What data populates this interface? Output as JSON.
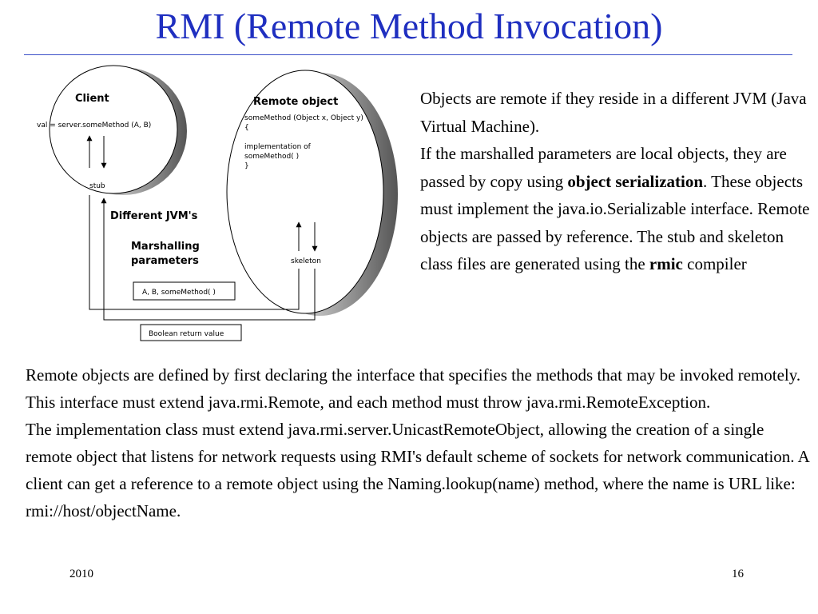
{
  "slide": {
    "title": "RMI (Remote Method Invocation)",
    "footer_year": "2010",
    "page_number": "16"
  },
  "diagram": {
    "client_label": "Client",
    "client_code": "val = server.someMethod (A, B)",
    "stub_label": "stub",
    "remote_object_label": "Remote object",
    "remote_code_1": "someMethod (Object x, Object y)",
    "remote_code_2": "{",
    "remote_code_3": "implementation of",
    "remote_code_4": "someMethod( )",
    "remote_code_5": "}",
    "skeleton_label": "skeleton",
    "different_jvms_label": "Different JVM's",
    "marshalling_line_1": "Marshalling",
    "marshalling_line_2": "parameters",
    "params_box": "A, B, someMethod( )",
    "return_box": "Boolean return value"
  },
  "right_text": {
    "p1": "Objects are remote if they reside in a different JVM (Java Virtual Machine).",
    "p2_before": "If the marshalled parameters are local objects, they are passed by copy using ",
    "p2_bold": "object serialization",
    "p2_after": ". These objects must implement the java.io.Serializable interface. Remote objects are passed by reference. The stub and skeleton class files are generated using the ",
    "p2_bold2": "rmic",
    "p2_end": " compiler"
  },
  "bottom_text": {
    "p1": "Remote objects are defined by first declaring the interface that specifies the methods that may be invoked remotely. This interface must extend java.rmi.Remote, and each method must throw java.rmi.RemoteException.",
    "p2": "The implementation class must extend java.rmi.server.UnicastRemoteObject, allowing the creation of a single remote object that listens for network requests using RMI's default scheme of sockets for network communication. A client can get a reference to a remote object using the Naming.lookup(name) method, where the name is URL like: rmi://host/objectName."
  }
}
